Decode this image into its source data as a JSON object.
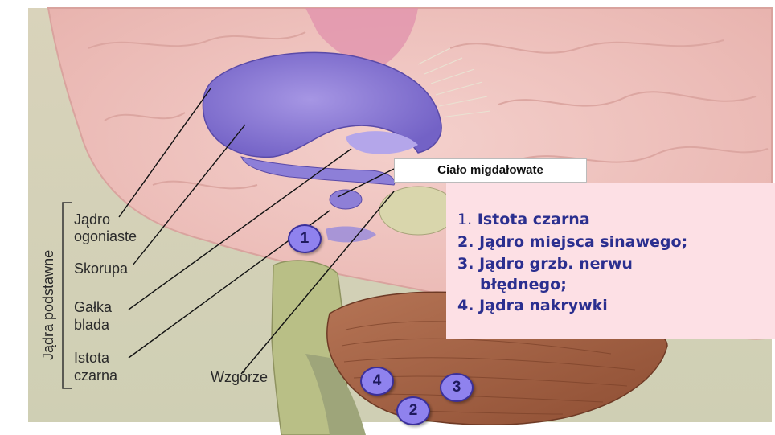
{
  "labels": {
    "jadro_ogoniaste_1": "Jądro",
    "jadro_ogoniaste_2": "ogoniaste",
    "skorupa": "Skorupa",
    "galka_blada_1": "Gałka",
    "galka_blada_2": "blada",
    "istota_czarna_1": "Istota",
    "istota_czarna_2": "czarna",
    "wzgorze": "Wzgórze",
    "group_label": "Jądra podstawne"
  },
  "callout": {
    "text": "Ciało migdałowate"
  },
  "legend": {
    "items": [
      {
        "number": "1.",
        "text": "Istota czarna"
      },
      {
        "number": "2.",
        "text": "Jądro miejsca sinawego;"
      },
      {
        "number": "3.",
        "text": "Jądro grzb. nerwu"
      },
      {
        "number": "",
        "text": "błędnego;"
      },
      {
        "number": "4.",
        "text": "Jądra nakrywki"
      }
    ]
  },
  "badges": {
    "b1": "1",
    "b2": "2",
    "b3": "3",
    "b4": "4"
  },
  "colors": {
    "background": "#d7d5bb",
    "cortex": "#efc2bd",
    "basal_ganglia": "#8e7fd7",
    "cerebellum": "#a0603f",
    "legend_bg": "#fde0e5",
    "legend_text": "#2b2f8f"
  }
}
